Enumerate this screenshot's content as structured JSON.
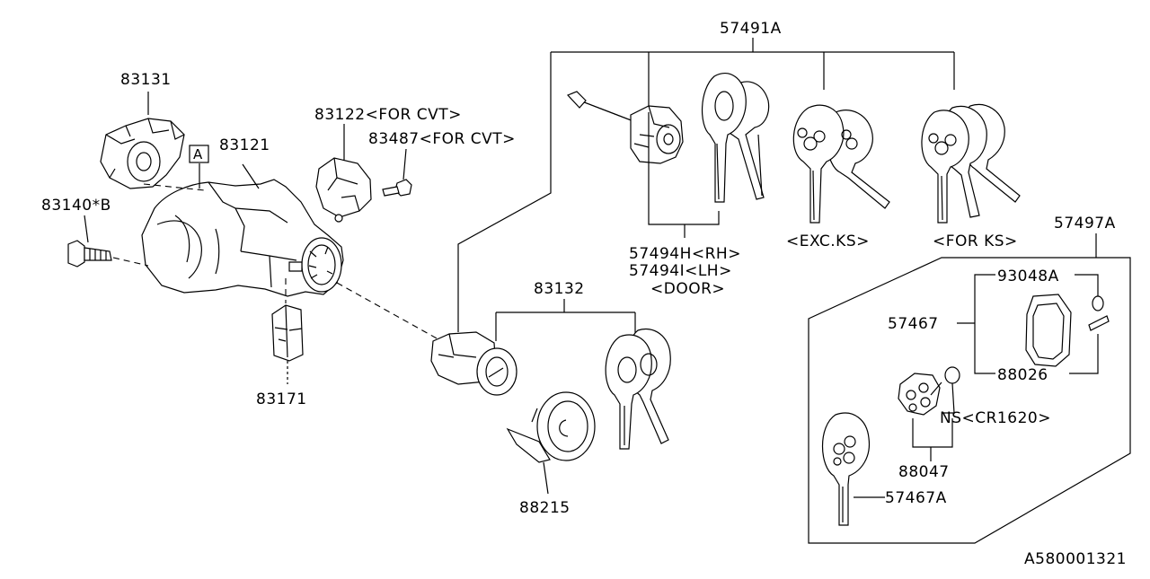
{
  "labels": {
    "p57491A": "57491A",
    "p83131": "83131",
    "p83122": "83122<FOR CVT>",
    "p83487": "83487<FOR CVT>",
    "p83121": "83121",
    "pA": "A",
    "p83140B": "83140*B",
    "p83171": "83171",
    "p83132": "83132",
    "p88215": "88215",
    "p57494H": "57494H<RH>",
    "p57494I": "57494I<LH>",
    "pDoor": "<DOOR>",
    "pExcKs": "<EXC.KS>",
    "pForKs": "<FOR KS>",
    "p57497A": "57497A",
    "p93048A": "93048A",
    "p57467": "57467",
    "p88026": "88026",
    "pNs": "NS<CR1620>",
    "p88047": "88047",
    "p57467A": "57467A",
    "diagramId": "A580001321"
  }
}
